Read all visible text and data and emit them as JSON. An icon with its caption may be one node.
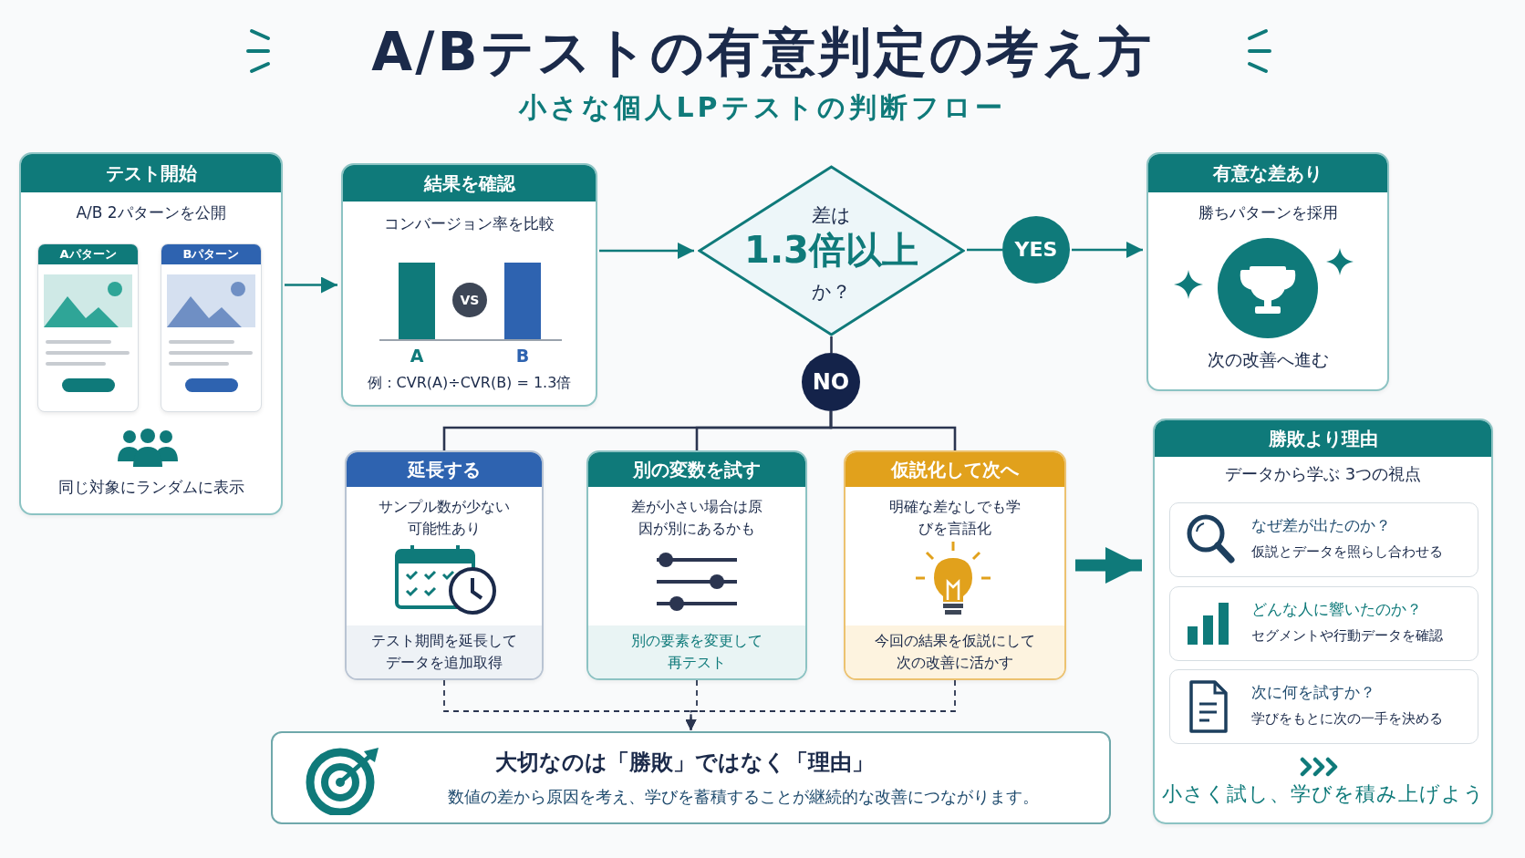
{
  "diagram": {
    "title": "A/Bテストの有意判定の考え方",
    "nodes": [
      {
        "text": [
          "テスト開始",
          "A/B 2パターンを公開",
          "同じ対象にランダムに表示"
        ]
      },
      {
        "text": [
          "Aパターン"
        ],
        "in": 0
      },
      {
        "text": [
          "Bパターン"
        ],
        "in": 0
      },
      {
        "text": [
          "結果を確認",
          "コンバージョン率を比較",
          "VS",
          "A",
          "B",
          "例：CVR(A)÷CVR(B) = 1.3倍"
        ]
      },
      {
        "text": [
          "差は",
          "1.3倍以上",
          "か？"
        ]
      },
      {
        "text": [
          "YES"
        ]
      },
      {
        "text": [
          "有意な差あり",
          "勝ちパターンを採用",
          "次の改善へ進む"
        ]
      },
      {
        "text": [
          "NO"
        ]
      },
      {
        "text": [
          "延長する",
          "サンプル数が少ない可能性あり",
          "テスト期間を延長してデータを追加取得"
        ]
      },
      {
        "text": [
          "別の変数を試す",
          "差が小さい場合は原因が別にあるかも",
          "別の要素を変更して再テスト"
        ]
      },
      {
        "text": [
          "仮説化して次へ",
          "明確な差なしでも学びを言語化",
          "今回の結果を仮説にして次の改善に活かす"
        ]
      },
      {
        "text": [
          "勝敗より理由",
          "データから学ぶ 3つの視点",
          "小さく試し、学びを積み上げよう"
        ]
      },
      {
        "text": [
          "なぜ差が出たのか？",
          "仮説とデータを照らし合わせる"
        ],
        "in": 11
      },
      {
        "text": [
          "どんな人に響いたのか？",
          "セグメントや行動データを確認"
        ],
        "in": 11
      },
      {
        "text": [
          "次に何を試すか？",
          "学びをもとに次の一手を決める"
        ],
        "in": 11
      },
      {
        "text": [
          "大切なのは「勝敗」ではなく「理由」",
          "数値の差から原因を考え、学びを蓄積することが継続的な改善につながります。"
        ]
      }
    ],
    "edges": [
      {
        "from": 0,
        "to": 3,
        "arrow": "to",
        "color": "#0f7a7a"
      },
      {
        "from": 3,
        "to": 4,
        "arrow": "to",
        "color": "#0f7a7a"
      },
      {
        "from": 4,
        "to": 5,
        "arrow": "none",
        "color": "#0f7a7a"
      },
      {
        "from": 5,
        "to": 6,
        "arrow": "to",
        "color": "#0f7a7a"
      },
      {
        "from": 4,
        "to": 7,
        "arrow": "none"
      },
      {
        "from": 7,
        "to": 8,
        "arrow": "none"
      },
      {
        "from": 7,
        "to": 9,
        "arrow": "none"
      },
      {
        "from": 7,
        "to": 10,
        "arrow": "none"
      },
      {
        "from": 8,
        "to": 15,
        "arrow": "to",
        "style": "dashed"
      },
      {
        "from": 9,
        "to": 15,
        "arrow": "to",
        "style": "dashed"
      },
      {
        "from": 10,
        "to": 15,
        "arrow": "to",
        "style": "dashed"
      },
      {
        "from": 10,
        "to": 11,
        "arrow": "to",
        "style": "thick",
        "color": "#0f7a7a"
      }
    ],
    "labels": [
      "小さな個人LPテストの判断フロー"
    ]
  }
}
